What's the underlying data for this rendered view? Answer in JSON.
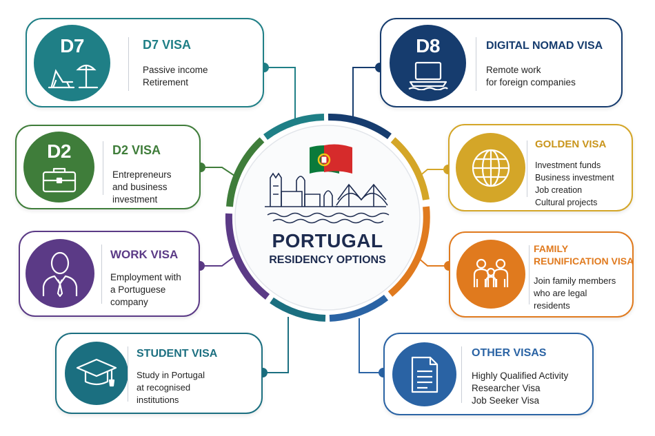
{
  "center": {
    "title": "PORTUGAL",
    "subtitle": "RESIDENCY OPTIONS"
  },
  "colors": {
    "teal": "#1f7f86",
    "navy": "#163c6e",
    "green": "#3f7d3a",
    "gold": "#d4a628",
    "purple": "#5b3a86",
    "orange": "#e07a1e",
    "deep_teal": "#1b6f80",
    "blue": "#2a63a4",
    "flag_green": "#0a7a3b",
    "flag_red": "#d62b2b"
  },
  "cards": {
    "d7": {
      "code": "D7",
      "icon": "beach-icon",
      "title": "D7 VISA",
      "lines": [
        "Passive income",
        "Retirement"
      ]
    },
    "d8": {
      "code": "D8",
      "icon": "laptop-icon",
      "title": "DIGITAL NOMAD VISA",
      "lines": [
        "Remote work",
        "for foreign companies"
      ]
    },
    "d2": {
      "code": "D2",
      "icon": "briefcase-icon",
      "title": "D2 VISA",
      "lines": [
        "Entrepreneurs",
        "and business",
        "investment"
      ]
    },
    "golden": {
      "icon": "globe-icon",
      "title": "GOLDEN VISA",
      "lines": [
        "Investment funds",
        "Business investment",
        "Job creation",
        "Cultural projects"
      ]
    },
    "work": {
      "icon": "businessman-icon",
      "title": "WORK VISA",
      "lines": [
        "Employment with",
        "a Portuguese",
        "company"
      ]
    },
    "family": {
      "icon": "family-icon",
      "title_lines": [
        "FAMILY",
        "REUNIFICATION VISA"
      ],
      "lines": [
        "Join family members",
        "who are legal",
        "residents"
      ]
    },
    "student": {
      "icon": "graduation-cap-icon",
      "title": "STUDENT VISA",
      "lines": [
        "Study in Portugal",
        "at recognised",
        "institutions"
      ]
    },
    "other": {
      "icon": "document-icon",
      "title": "OTHER VISAS",
      "lines": [
        "Highly Qualified Activity",
        "Researcher Visa",
        "Job Seeker Visa"
      ]
    }
  }
}
